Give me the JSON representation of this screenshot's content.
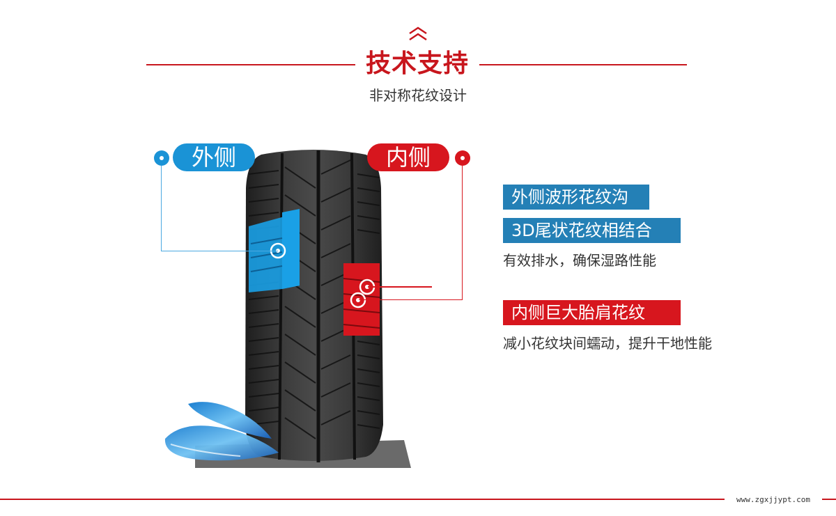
{
  "header": {
    "title": "技术支持",
    "subtitle": "非对称花纹设计"
  },
  "labels": {
    "outer": "外侧",
    "inner": "内侧"
  },
  "features": [
    {
      "tag": "外侧波形花纹沟",
      "color": "#2480b6"
    },
    {
      "tag": "3D尾状花纹相结合",
      "color": "#2480b6"
    },
    {
      "desc": "有效排水，确保湿路性能"
    },
    {
      "tag": "内侧巨大胎肩花纹",
      "color": "#d7161e"
    },
    {
      "desc": "减小花纹块间蠕动，提升干地性能"
    }
  ],
  "footer": {
    "watermark": "www.zgxjjypt.com"
  },
  "colors": {
    "accent_red": "#c8161d",
    "accent_blue": "#1a93d6",
    "tag_blue": "#2480b6"
  },
  "icons": [
    "double-chevron-up-icon",
    "water-splash-icon"
  ]
}
